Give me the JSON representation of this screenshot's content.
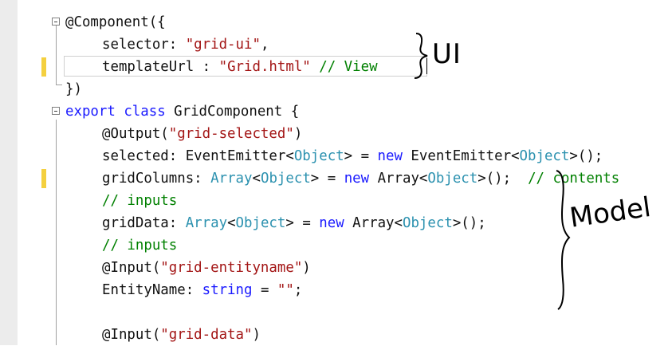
{
  "editor": {
    "lines": [
      {
        "indent": 0,
        "fold": true,
        "tokens": [
          {
            "t": "@Component({",
            "c": "plain"
          }
        ]
      },
      {
        "indent": 1,
        "tokens": [
          {
            "t": "selector: ",
            "c": "plain"
          },
          {
            "t": "\"grid-ui\"",
            "c": "str"
          },
          {
            "t": ",",
            "c": "plain"
          }
        ]
      },
      {
        "indent": 1,
        "tokens": [
          {
            "t": "templateUrl : ",
            "c": "plain"
          },
          {
            "t": "\"Grid.html\"",
            "c": "str"
          },
          {
            "t": " ",
            "c": "plain"
          },
          {
            "t": "// View",
            "c": "cmt"
          }
        ]
      },
      {
        "indent": 0,
        "tokens": [
          {
            "t": "})",
            "c": "plain"
          }
        ]
      },
      {
        "indent": 0,
        "fold": true,
        "tokens": [
          {
            "t": "export",
            "c": "kw"
          },
          {
            "t": " ",
            "c": "plain"
          },
          {
            "t": "class",
            "c": "kw"
          },
          {
            "t": " GridComponent {",
            "c": "plain"
          }
        ]
      },
      {
        "indent": 1,
        "tokens": [
          {
            "t": "@Output(",
            "c": "plain"
          },
          {
            "t": "\"grid-selected\"",
            "c": "str"
          },
          {
            "t": ")",
            "c": "plain"
          }
        ]
      },
      {
        "indent": 1,
        "tokens": [
          {
            "t": "selected: EventEmitter<",
            "c": "plain"
          },
          {
            "t": "Object",
            "c": "type"
          },
          {
            "t": "> = ",
            "c": "plain"
          },
          {
            "t": "new",
            "c": "kw"
          },
          {
            "t": " EventEmitter<",
            "c": "plain"
          },
          {
            "t": "Object",
            "c": "type"
          },
          {
            "t": ">();",
            "c": "plain"
          }
        ]
      },
      {
        "indent": 1,
        "tokens": [
          {
            "t": "gridColumns: ",
            "c": "plain"
          },
          {
            "t": "Array",
            "c": "type"
          },
          {
            "t": "<",
            "c": "plain"
          },
          {
            "t": "Object",
            "c": "type"
          },
          {
            "t": "> = ",
            "c": "plain"
          },
          {
            "t": "new",
            "c": "kw"
          },
          {
            "t": " Array<",
            "c": "plain"
          },
          {
            "t": "Object",
            "c": "type"
          },
          {
            "t": ">();",
            "c": "plain"
          },
          {
            "t": "  // contents",
            "c": "cmt"
          }
        ]
      },
      {
        "indent": 1,
        "tokens": [
          {
            "t": "// inputs",
            "c": "cmt"
          }
        ]
      },
      {
        "indent": 1,
        "tokens": [
          {
            "t": "gridData: ",
            "c": "plain"
          },
          {
            "t": "Array",
            "c": "type"
          },
          {
            "t": "<",
            "c": "plain"
          },
          {
            "t": "Object",
            "c": "type"
          },
          {
            "t": "> = ",
            "c": "plain"
          },
          {
            "t": "new",
            "c": "kw"
          },
          {
            "t": " Array<",
            "c": "plain"
          },
          {
            "t": "Object",
            "c": "type"
          },
          {
            "t": ">();",
            "c": "plain"
          }
        ]
      },
      {
        "indent": 1,
        "tokens": [
          {
            "t": "// inputs",
            "c": "cmt"
          }
        ]
      },
      {
        "indent": 1,
        "tokens": [
          {
            "t": "@Input(",
            "c": "plain"
          },
          {
            "t": "\"grid-entityname\"",
            "c": "str"
          },
          {
            "t": ")",
            "c": "plain"
          }
        ]
      },
      {
        "indent": 1,
        "tokens": [
          {
            "t": "EntityName: ",
            "c": "plain"
          },
          {
            "t": "string",
            "c": "kw"
          },
          {
            "t": " = ",
            "c": "plain"
          },
          {
            "t": "\"\"",
            "c": "str"
          },
          {
            "t": ";",
            "c": "plain"
          }
        ]
      },
      {
        "indent": 1,
        "tokens": []
      },
      {
        "indent": 1,
        "tokens": [
          {
            "t": "@Input(",
            "c": "plain"
          },
          {
            "t": "\"grid-data\"",
            "c": "str"
          },
          {
            "t": ")",
            "c": "plain"
          }
        ]
      }
    ],
    "changed_lines": [
      2,
      7
    ],
    "current_line": 2
  },
  "annotations": {
    "ui_label": "UI",
    "model_label": "Model"
  },
  "colors": {
    "keyword": "#1a1aff",
    "string": "#a31515",
    "comment": "#008000",
    "type": "#2b91af",
    "change_marker": "#f4d03f"
  }
}
